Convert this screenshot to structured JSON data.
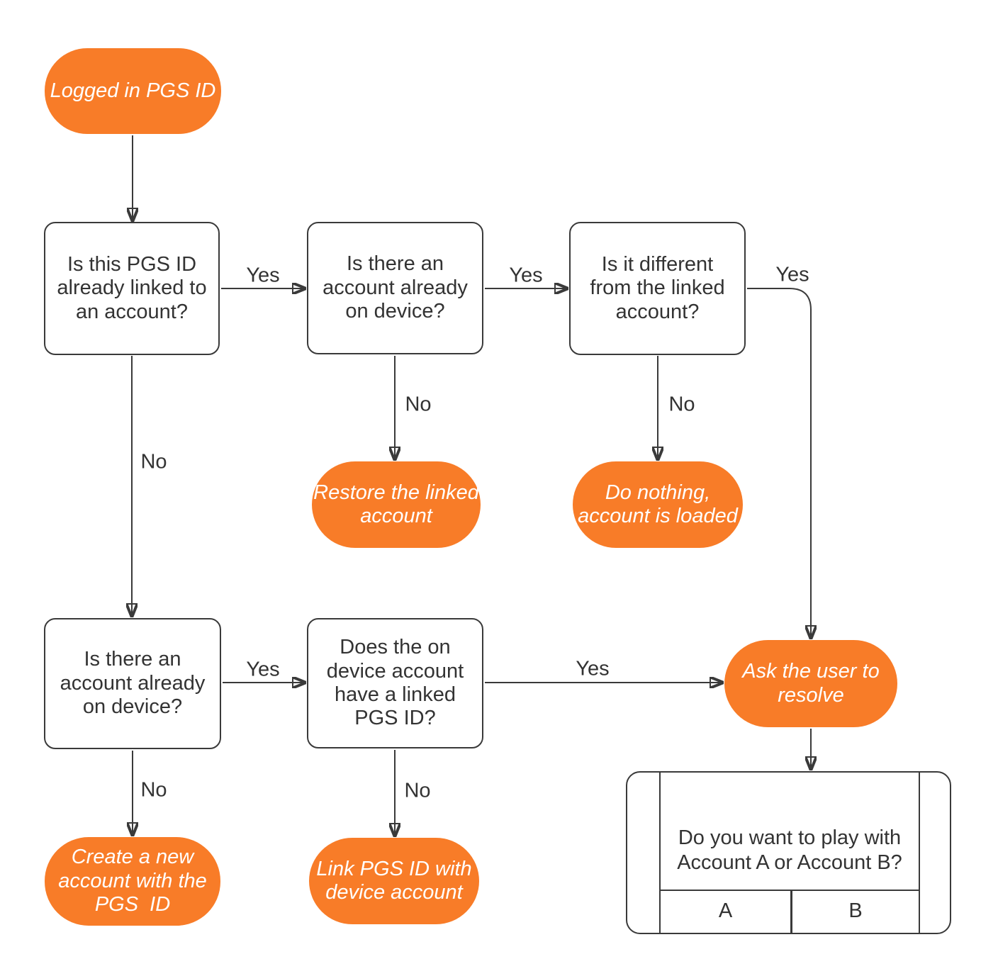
{
  "colors": {
    "accent": "#F87C28",
    "line": "#3A3A3A",
    "node_text": "#333333",
    "pill_text": "#FFFFFF",
    "background": "#FFFFFF"
  },
  "diagram": {
    "type": "flowchart",
    "title": "",
    "nodes": [
      {
        "id": "start",
        "type": "terminal-pill",
        "label": "Logged in PGS ID"
      },
      {
        "id": "q1",
        "type": "decision",
        "label": "Is this PGS ID\nalready linked to\nan account?"
      },
      {
        "id": "q2",
        "type": "decision",
        "label": "Is there an\naccount already\non device?"
      },
      {
        "id": "q3",
        "type": "decision",
        "label": "Is it different\nfrom the linked\naccount?"
      },
      {
        "id": "restore",
        "type": "action-pill",
        "label": "Restore the linked\naccount"
      },
      {
        "id": "do_nothing",
        "type": "action-pill",
        "label": "Do nothing,\naccount is loaded"
      },
      {
        "id": "q4",
        "type": "decision",
        "label": "Is there an\naccount already\non device?"
      },
      {
        "id": "q5",
        "type": "decision",
        "label": "Does the on\ndevice account\nhave a linked\nPGS ID?"
      },
      {
        "id": "ask_user",
        "type": "action-pill",
        "label": "Ask the user to\nresolve"
      },
      {
        "id": "create_new",
        "type": "action-pill",
        "label": "Create a new\naccount with the\nPGS  ID"
      },
      {
        "id": "link_pgs",
        "type": "action-pill",
        "label": "Link PGS ID with\ndevice account"
      },
      {
        "id": "dialog",
        "type": "device-dialog",
        "message": "Do you want to play with\nAccount A or Account B?",
        "buttons": [
          "A",
          "B"
        ]
      }
    ],
    "edges": [
      {
        "from": "start",
        "to": "q1",
        "label": ""
      },
      {
        "from": "q1",
        "to": "q2",
        "label": "Yes"
      },
      {
        "from": "q2",
        "to": "q3",
        "label": "Yes"
      },
      {
        "from": "q3",
        "to": "ask_user",
        "label": "Yes"
      },
      {
        "from": "q2",
        "to": "restore",
        "label": "No"
      },
      {
        "from": "q3",
        "to": "do_nothing",
        "label": "No"
      },
      {
        "from": "q1",
        "to": "q4",
        "label": "No"
      },
      {
        "from": "q4",
        "to": "q5",
        "label": "Yes"
      },
      {
        "from": "q5",
        "to": "ask_user",
        "label": "Yes"
      },
      {
        "from": "q4",
        "to": "create_new",
        "label": "No"
      },
      {
        "from": "q5",
        "to": "link_pgs",
        "label": "No"
      },
      {
        "from": "ask_user",
        "to": "dialog",
        "label": ""
      }
    ]
  }
}
